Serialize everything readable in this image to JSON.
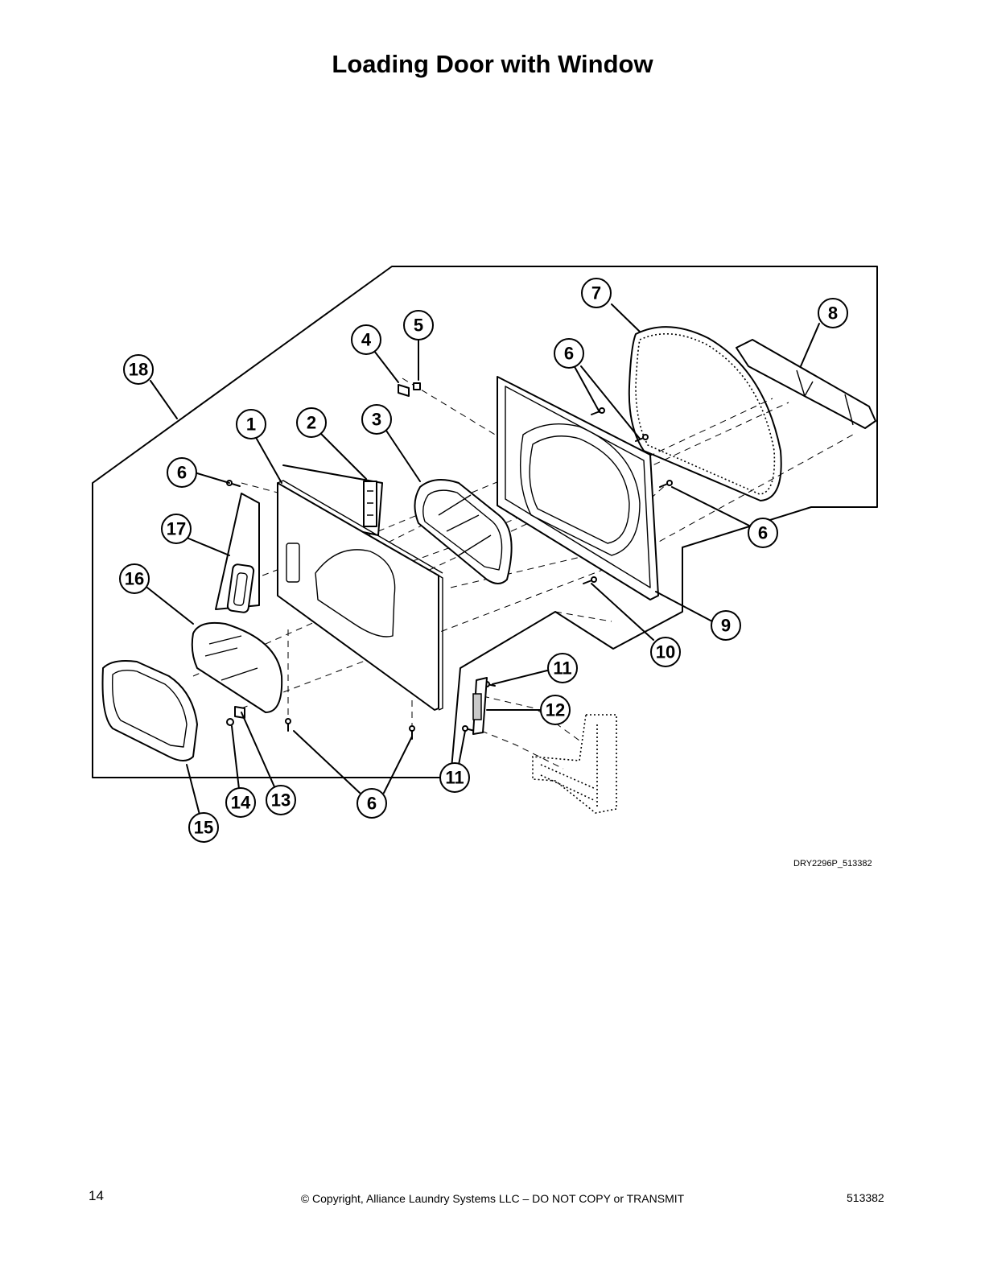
{
  "title": "Loading Door with Window",
  "drawing_code": "DRY2296P_513382",
  "footer": {
    "page_number": "14",
    "copyright": "© Copyright, Alliance Laundry Systems LLC – DO NOT COPY or TRANSMIT",
    "doc_number": "513382"
  },
  "callouts": [
    {
      "label": "1"
    },
    {
      "label": "2"
    },
    {
      "label": "3"
    },
    {
      "label": "4"
    },
    {
      "label": "5"
    },
    {
      "label": "6"
    },
    {
      "label": "6"
    },
    {
      "label": "6"
    },
    {
      "label": "6"
    },
    {
      "label": "6"
    },
    {
      "label": "7"
    },
    {
      "label": "8"
    },
    {
      "label": "9"
    },
    {
      "label": "10"
    },
    {
      "label": "11"
    },
    {
      "label": "11"
    },
    {
      "label": "12"
    },
    {
      "label": "13"
    },
    {
      "label": "14"
    },
    {
      "label": "15"
    },
    {
      "label": "16"
    },
    {
      "label": "17"
    },
    {
      "label": "18"
    }
  ]
}
